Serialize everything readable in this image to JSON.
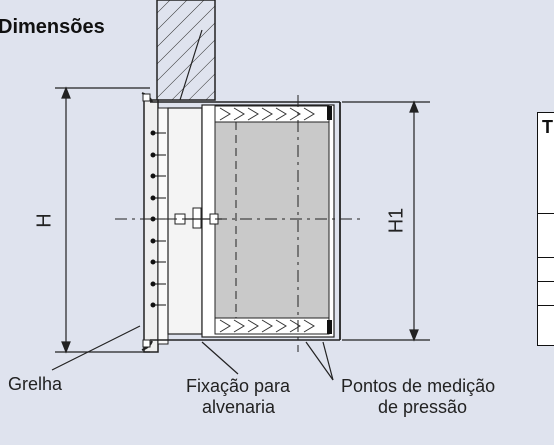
{
  "title": "Dimensões",
  "dimensions": {
    "h": "H",
    "h1": "H1"
  },
  "callouts": {
    "grelha": "Grelha",
    "fixacao_line1": "Fixação para",
    "fixacao_line2": "alvenaria",
    "pontos_line1": "Pontos de medição",
    "pontos_line2": "de pressão"
  },
  "table": {
    "header": "T"
  },
  "colors": {
    "background": "#dfe3ee",
    "section": "#c9c9c9",
    "line": "#1a1a1a"
  }
}
